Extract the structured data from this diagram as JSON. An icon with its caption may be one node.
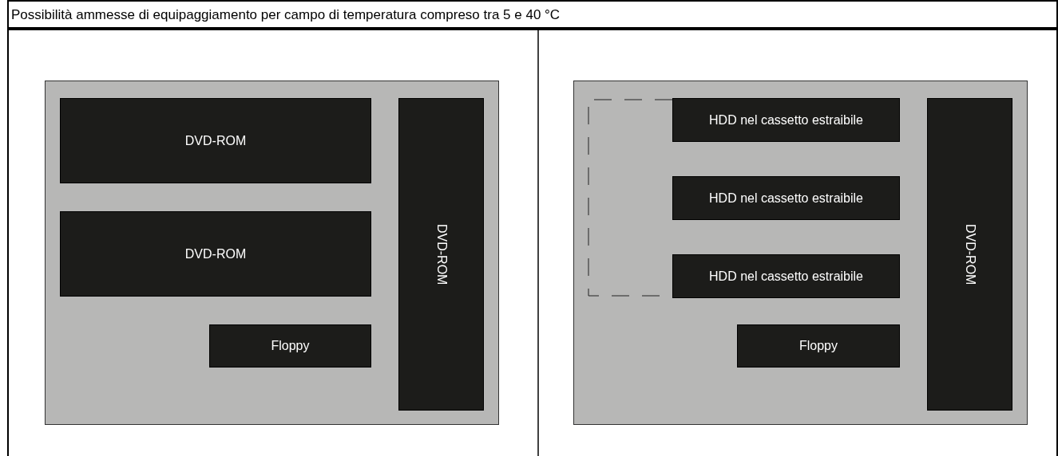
{
  "diagram": {
    "title": "Possibilità ammesse di equipaggiamento per campo di temperatura compreso tra 5 e 40 °C",
    "nodes": [
      {
        "text": [],
        "shape": "box"
      },
      {
        "text": [
          "DVD-ROM"
        ],
        "in": 0
      },
      {
        "text": [
          "DVD-ROM"
        ],
        "in": 0
      },
      {
        "text": [
          "Floppy"
        ],
        "in": 0
      },
      {
        "text": [
          "DVD-ROM"
        ],
        "in": 0
      },
      {
        "text": [],
        "shape": "box"
      },
      {
        "text": [],
        "shape": "box",
        "in": 5
      },
      {
        "text": [
          "HDD nel cassetto estraibile"
        ],
        "in": 5
      },
      {
        "text": [
          "HDD nel cassetto estraibile"
        ],
        "in": 5
      },
      {
        "text": [
          "HDD nel cassetto estraibile"
        ],
        "in": 5
      },
      {
        "text": [
          "Floppy"
        ],
        "in": 5
      },
      {
        "text": [
          "DVD-ROM"
        ],
        "in": 5
      }
    ]
  }
}
